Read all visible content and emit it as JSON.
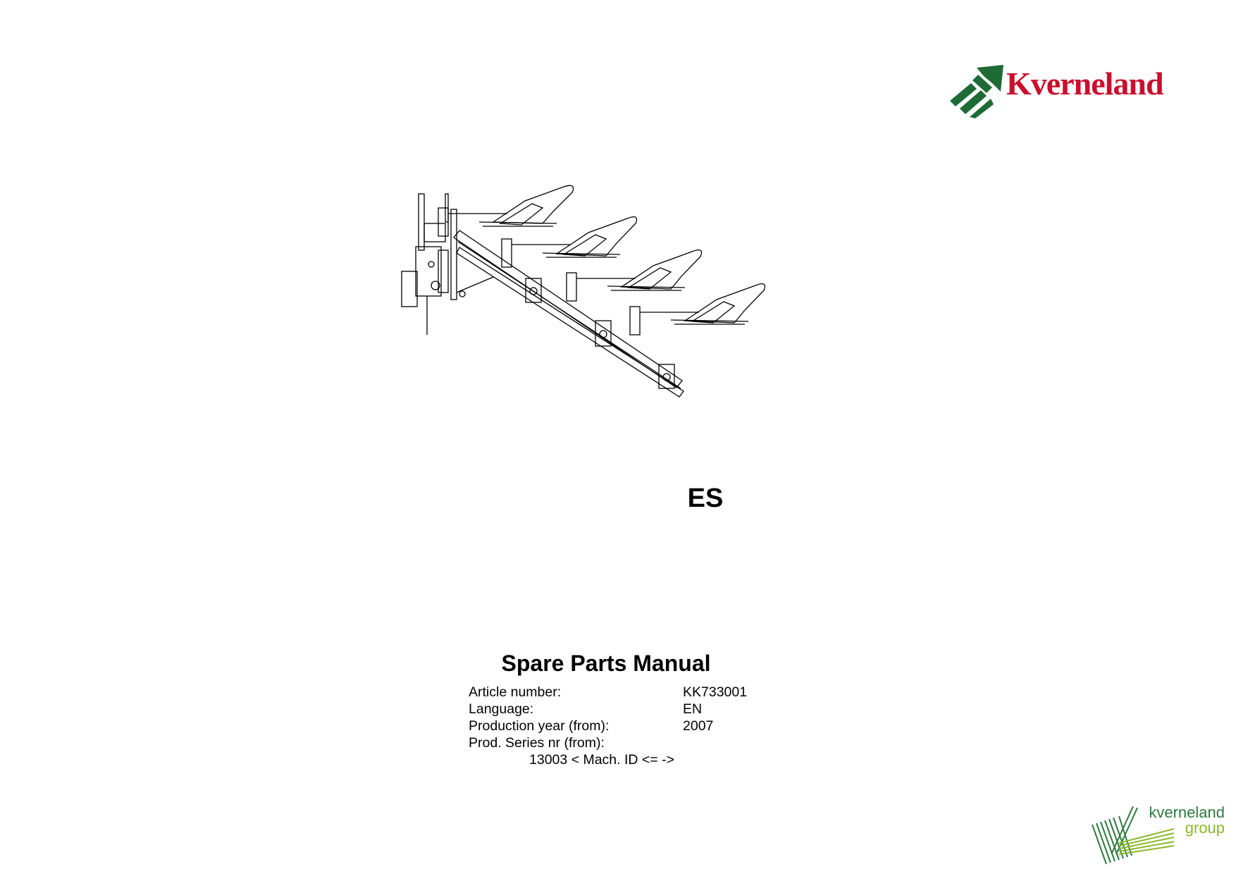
{
  "brand": {
    "name": "Kverneland",
    "color": "#c8102e",
    "mark_color": "#1e6b35",
    "mark_icon": "arrow-chevron-logo-icon"
  },
  "illustration": {
    "icon": "reversible-plough-drawing-icon"
  },
  "document": {
    "model": "ES",
    "title": "Spare Parts Manual",
    "fields": [
      {
        "label": "Article number:",
        "value": "KK733001"
      },
      {
        "label": "Language:",
        "value": "EN"
      },
      {
        "label": "Production year (from):",
        "value": "2007"
      },
      {
        "label": "Prod. Series nr (from):",
        "value": ""
      }
    ],
    "series_value": "13003 < Mach. ID <= ->"
  },
  "group_logo": {
    "line1": "kverneland",
    "line2": "group",
    "color_primary": "#2d7a3e",
    "color_secondary": "#8cb82a",
    "mark_icon": "striped-field-logo-icon"
  }
}
